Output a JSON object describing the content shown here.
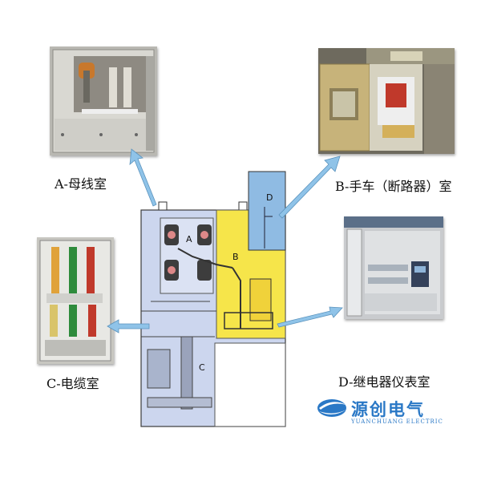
{
  "labels": {
    "a": "A-母线室",
    "b": "B-手车（断路器）室",
    "c": "C-电缆室",
    "d": "D-继电器仪表室"
  },
  "compartment_letters": {
    "a": "A",
    "b": "B",
    "c": "C",
    "d": "D"
  },
  "logo": {
    "name": "源创电气",
    "sub": "YUANCHUANG ELECTRIC"
  },
  "colors": {
    "cabinet_body": "#ccd6ee",
    "breaker_room": "#f6e54a",
    "relay_room": "#8fbbe3",
    "arrow": "#8fc3e8",
    "logo": "#2a78c6"
  }
}
